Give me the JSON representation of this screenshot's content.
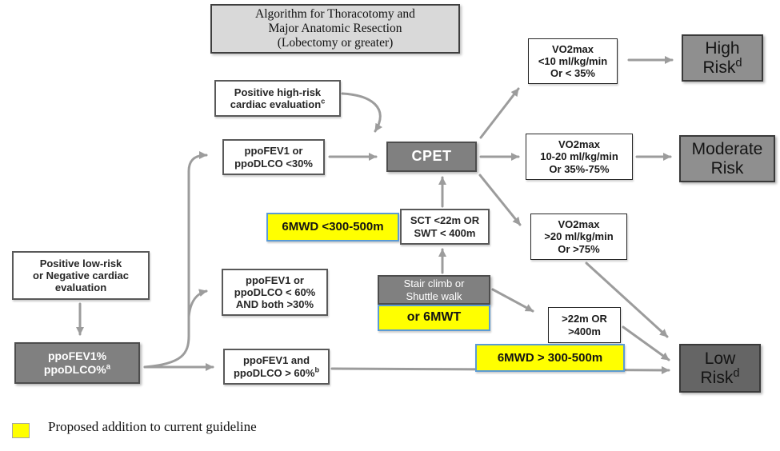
{
  "diagram": {
    "title": "Algorithm for Thoracotomy and\nMajor Anatomic Resection\n(Lobectomy or greater)",
    "nodes": {
      "high_risk_cardiac": {
        "text": "Positive high-risk\ncardiac evaluation",
        "sup": "c"
      },
      "ppo_lt30": {
        "text": "ppoFEV1 or\nppoDLCO <30%"
      },
      "cpet": {
        "text": "CPET"
      },
      "vo2_low": {
        "text": "VO2max\n<10 ml/kg/min\nOr < 35%"
      },
      "high_risk": {
        "text": "High\nRisk",
        "sup": "d"
      },
      "vo2_mid": {
        "text": "VO2max\n10-20 ml/kg/min\nOr 35%-75%"
      },
      "moderate_risk": {
        "text": "Moderate\nRisk"
      },
      "vo2_high": {
        "text": "VO2max\n>20 ml/kg/min\nOr >75%"
      },
      "mwd_lt": {
        "text": "6MWD <300-500m"
      },
      "sct_swt": {
        "text": "SCT <22m OR\nSWT < 400m"
      },
      "low_risk_cardiac": {
        "text": "Positive low-risk\nor Negative cardiac\nevaluation"
      },
      "ppo_60_30": {
        "text": "ppoFEV1 or\nppoDLCO < 60%\nAND both >30%"
      },
      "stair_shuttle": {
        "text": "Stair climb or\nShuttle walk"
      },
      "or_6mwt": {
        "text": "or 6MWT"
      },
      "ppo_values": {
        "text": "ppoFEV1%\nppoDLCO%",
        "sup": "a"
      },
      "ppo_gt60": {
        "text": "ppoFEV1 and\nppoDLCO > 60%",
        "sup": "b"
      },
      "m22_400": {
        "text": ">22m OR\n>400m"
      },
      "mwd_gt": {
        "text": "6MWD > 300-500m"
      },
      "low_risk": {
        "text": "Low\nRisk",
        "sup": "d"
      }
    },
    "legend": {
      "label": "Proposed addition to current guideline"
    },
    "colors": {
      "highlight_yellow": "#ffff00",
      "highlight_border_blue": "#5b9bd5",
      "node_gray_fill": "#808080",
      "risk_gray_fill": "#8f8f8f",
      "low_risk_fill": "#656565",
      "title_fill": "#d9d9d9",
      "arrow_gray": "#9c9c9c"
    }
  }
}
